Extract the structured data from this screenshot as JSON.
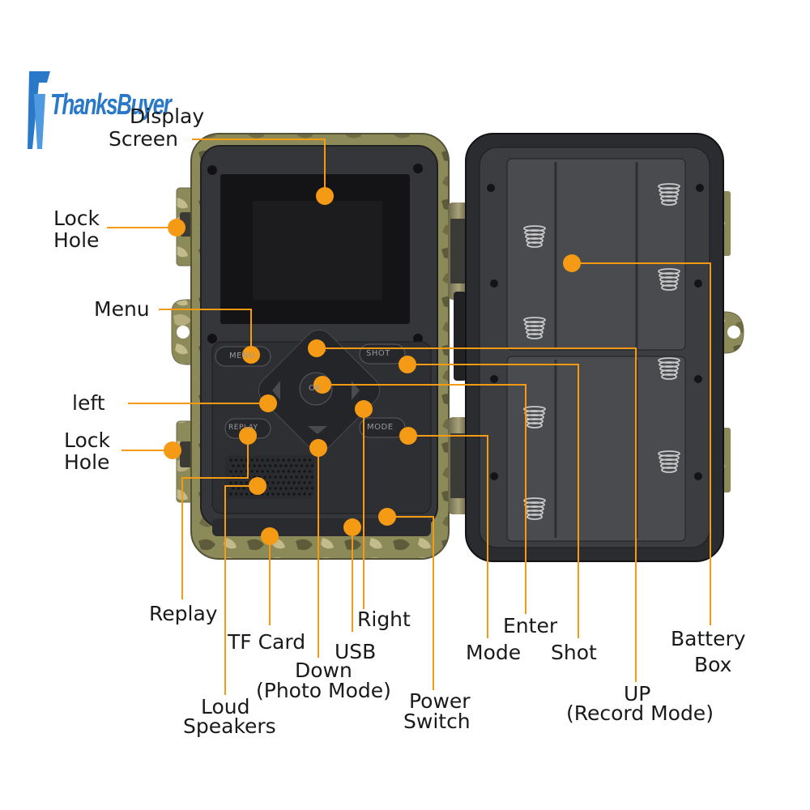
{
  "brand": {
    "watermark": "ThanksBuyer"
  },
  "colors": {
    "callout": "#f59a14",
    "housing": "#35363a",
    "camo": "#8d8a5a",
    "background": "#ffffff"
  },
  "device": {
    "buttons": {
      "menu": "MENU",
      "shot": "SHOT",
      "ok": "OK",
      "replay": "REPLAY",
      "mode": "MODE"
    }
  },
  "labels": {
    "display_screen_1": "Display",
    "display_screen_2": "Screen",
    "lock_hole_top_1": "Lock",
    "lock_hole_top_2": "Hole",
    "menu": "Menu",
    "left": "left",
    "lock_hole_bottom_1": "Lock",
    "lock_hole_bottom_2": "Hole",
    "replay": "Replay",
    "tf_card": "TF Card",
    "loud_speakers_1": "Loud",
    "loud_speakers_2": "Speakers",
    "down_1": "Down",
    "down_2": "(Photo Mode)",
    "usb": "USB",
    "right": "Right",
    "power_switch_1": "Power",
    "power_switch_2": "Switch",
    "mode": "Mode",
    "enter": "Enter",
    "shot": "Shot",
    "up_1": "UP",
    "up_2": "(Record Mode)",
    "battery_box_1": "Battery",
    "battery_box_2": "Box"
  }
}
